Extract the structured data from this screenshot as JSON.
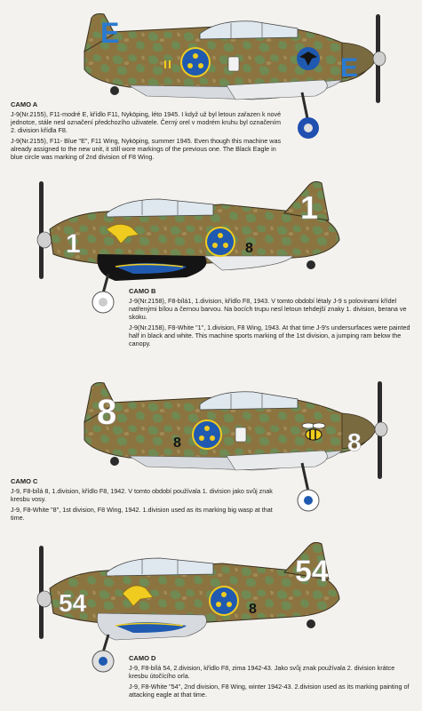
{
  "colors": {
    "background": "#f4f2ee",
    "camo_brown": "#8c7440",
    "camo_green": "#6f8a52",
    "underside_grey": "#d7dbe0",
    "code_blue": "#2a7ad0",
    "roundel_blue": "#1f5ab0",
    "roundel_yellow": "#f0cc20",
    "black": "#141414",
    "white": "#ffffff"
  },
  "panels": [
    {
      "label": "CAMO A",
      "code": "E",
      "small_code": "",
      "insignia": "black-eagle-in-blue-circle",
      "text_cz": "J-9(Nr.2155), F11-modré E, křídlo F11, Nyköping, léto 1945. I když už byl letoun zařazen k nové jednotce, stále nesl označení předchozího uživatele. Černý orel v modrém kruhu byl označením 2. division křídla F8.",
      "text_en": "J-9(Nr.2155), F11- Blue \"E\", F11 Wing, Nyköping, summer 1945. Even though this machine was already assigned to the new unit, it still wore markings of the previous one. The Black Eagle in blue circle was marking of 2nd division of F8 Wing."
    },
    {
      "label": "CAMO B",
      "code": "1",
      "small_code": "8",
      "insignia": "jumping-ram",
      "text_cz": "J-9(Nr.2158), F8-bílá1, 1.division, křídlo F8, 1943. V tomto období létaly J-9 s polovinami křídel natřenými bílou a černou barvou. Na bocích trupu nesl letoun tehdejší znaky 1. division, berana ve skoku.",
      "text_en": "J-9(Nr.2158), F8-White \"1\", 1.division, F8 Wing, 1943. At that time J-9's undersurfaces were painted half in black and white. This machine sports marking of the 1st division, a jumping ram below the canopy."
    },
    {
      "label": "CAMO C",
      "code": "8",
      "small_code": "8",
      "insignia": "wasp",
      "text_cz": "J-9, F8-bílá 8, 1.division, křídlo F8, 1942. V tomto období používala 1. division jako svůj znak kresbu vosy.",
      "text_en": "J-9, F8-White \"8\", 1st division, F8 Wing, 1942. 1.division used as its marking big wasp at that time."
    },
    {
      "label": "CAMO D",
      "code": "54",
      "small_code": "8",
      "insignia": "attacking-eagle",
      "text_cz": "J-9, F8-bílá 54, 2.division, křídlo F8, zima 1942-43. Jako svůj znak používala 2. division krátce kresbu útočícího orla.",
      "text_en": "J-9, F8-White \"54\", 2nd division, F8 Wing, winter 1942-43. 2.division used as its marking painting of attacking eagle at that time."
    }
  ]
}
